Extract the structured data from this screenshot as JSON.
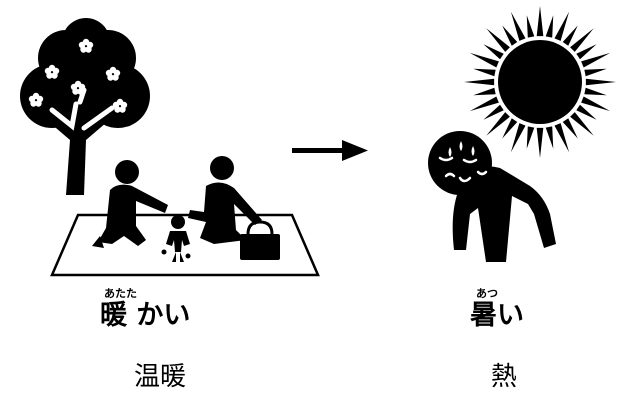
{
  "left_word": {
    "kanji": "暖",
    "kana": "かい",
    "reading": "あたた"
  },
  "right_word": {
    "kanji": "暑",
    "kana": "い",
    "reading": "あつ"
  },
  "left_meaning": "温暖",
  "right_meaning": "熱",
  "icons": {
    "left_scene": "picnic-under-tree-icon",
    "arrow": "right-arrow-icon",
    "right_scene": "hot-sun-sweating-person-icon"
  },
  "colors": {
    "ink": "#000000",
    "background": "#ffffff"
  }
}
